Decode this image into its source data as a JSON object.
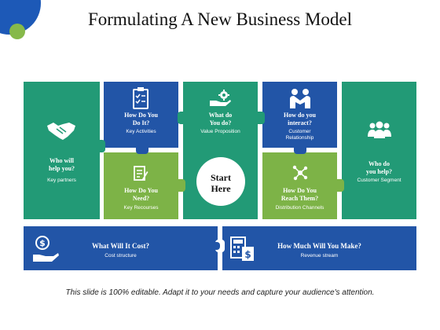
{
  "title": "Formulating A New Business Model",
  "footer": "This slide is 100% editable. Adapt it to your needs and capture your audience's attention.",
  "colors": {
    "green": "#229a76",
    "light_green": "#7db347",
    "blue": "#2255a7",
    "deco_blue": "#1d59b7",
    "deco_green": "#86b94a"
  },
  "center": {
    "line1": "Start",
    "line2": "Here"
  },
  "blocks": {
    "key_partners": {
      "title_line1": "Who will",
      "title_line2": "help you?",
      "subtitle": "Key partners",
      "icon": "handshake-icon"
    },
    "key_activities": {
      "title_line1": "How Do You",
      "title_line2": "Do It?",
      "subtitle": "Key Activities",
      "icon": "clipboard-checklist-icon"
    },
    "key_resources": {
      "title_line1": "How Do You",
      "title_line2": "Need?",
      "subtitle": "Key Recourses",
      "icon": "document-edit-icon"
    },
    "value_proposition": {
      "title_line1": "What do",
      "title_line2": "You do?",
      "subtitle": "Value Proposition",
      "icon": "hand-gear-icon"
    },
    "customer_relationship": {
      "title_line1": "How do you",
      "title_line2": "interact?",
      "subtitle_line1": "Customer",
      "subtitle_line2": "Relationship",
      "icon": "people-handshake-icon"
    },
    "channels": {
      "title_line1": "How Do You",
      "title_line2": "Reach Them?",
      "subtitle": "Distribution Channels",
      "icon": "network-nodes-icon"
    },
    "customer_segment": {
      "title_line1": "Who do",
      "title_line2": "you help?",
      "subtitle": "Customer Segment",
      "icon": "group-people-icon"
    },
    "cost_structure": {
      "title": "What Will It Cost?",
      "subtitle": "Cost structure",
      "icon": "hand-dollar-icon"
    },
    "revenue_stream": {
      "title": "How Much Will You Make?",
      "subtitle": "Revenue stream",
      "icon": "calculator-dollar-icon"
    }
  }
}
